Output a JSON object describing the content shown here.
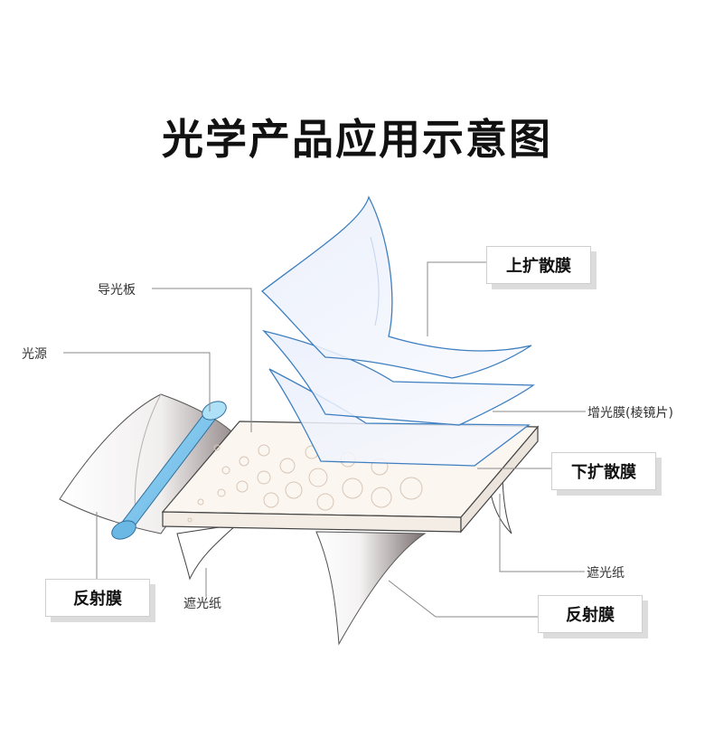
{
  "title": "光学产品应用示意图",
  "labels": {
    "light_guide": "导光板",
    "light_source": "光源",
    "prism_film": "增光膜(棱镜片)",
    "shading_paper_right": "遮光纸",
    "shading_paper_left": "遮光纸"
  },
  "boxes": {
    "upper_diffuser": "上扩散膜",
    "lower_diffuser": "下扩散膜",
    "reflector_left": "反射膜",
    "reflector_right": "反射膜"
  },
  "colors": {
    "film_edge": "#3e7fc0",
    "film_fill": "#eaf0fb",
    "lamp": "#7cc6ee",
    "reflector": "#8a7f7f",
    "leader_line": "#888888"
  }
}
